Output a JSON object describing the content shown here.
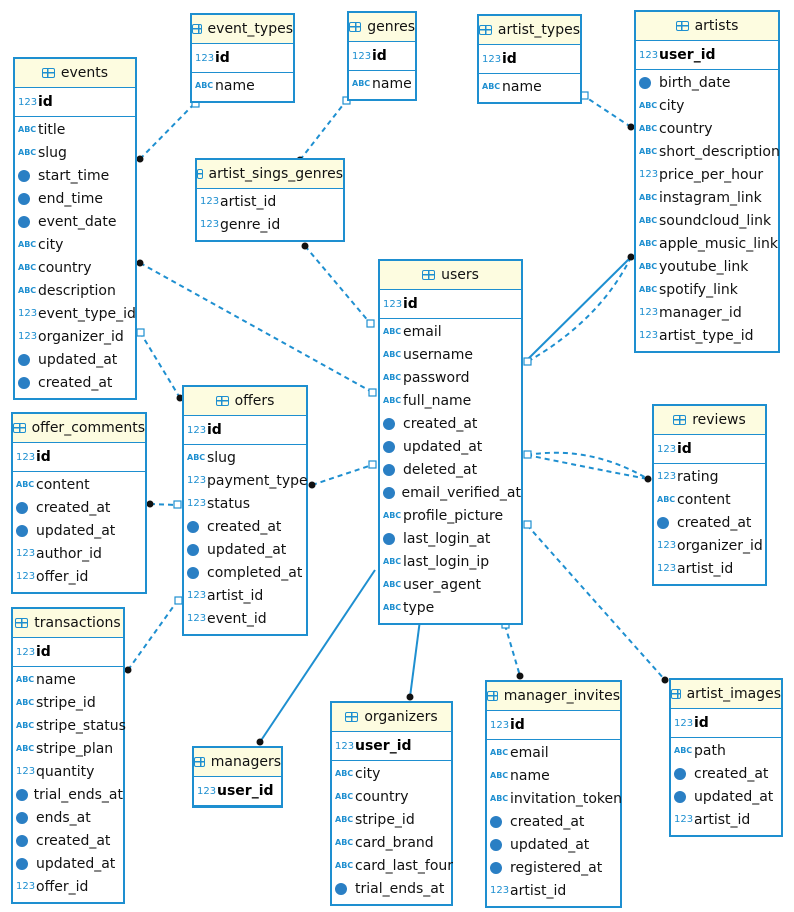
{
  "tables": [
    {
      "name": "event_types",
      "pk": "id",
      "columns": [
        [
          "abc",
          "name"
        ]
      ]
    },
    {
      "name": "genres",
      "pk": "id",
      "columns": [
        [
          "abc",
          "name"
        ]
      ]
    },
    {
      "name": "artist_types",
      "pk": "id",
      "columns": [
        [
          "abc",
          "name"
        ]
      ]
    },
    {
      "name": "artists",
      "pk": "user_id",
      "columns": [
        [
          "clock",
          "birth_date"
        ],
        [
          "abc",
          "city"
        ],
        [
          "abc",
          "country"
        ],
        [
          "abc",
          "short_description"
        ],
        [
          "num",
          "price_per_hour"
        ],
        [
          "abc",
          "instagram_link"
        ],
        [
          "abc",
          "soundcloud_link"
        ],
        [
          "abc",
          "apple_music_link"
        ],
        [
          "abc",
          "youtube_link"
        ],
        [
          "abc",
          "spotify_link"
        ],
        [
          "num",
          "manager_id"
        ],
        [
          "num",
          "artist_type_id"
        ]
      ]
    },
    {
      "name": "events",
      "pk": "id",
      "columns": [
        [
          "abc",
          "title"
        ],
        [
          "abc",
          "slug"
        ],
        [
          "clock",
          "start_time"
        ],
        [
          "clock",
          "end_time"
        ],
        [
          "clock",
          "event_date"
        ],
        [
          "abc",
          "city"
        ],
        [
          "abc",
          "country"
        ],
        [
          "abc",
          "description"
        ],
        [
          "num",
          "event_type_id"
        ],
        [
          "num",
          "organizer_id"
        ],
        [
          "clock",
          "updated_at"
        ],
        [
          "clock",
          "created_at"
        ]
      ]
    },
    {
      "name": "artist_sings_genres",
      "pk": null,
      "columns": [
        [
          "num",
          "artist_id"
        ],
        [
          "num",
          "genre_id"
        ]
      ]
    },
    {
      "name": "users",
      "pk": "id",
      "columns": [
        [
          "abc",
          "email"
        ],
        [
          "abc",
          "username"
        ],
        [
          "abc",
          "password"
        ],
        [
          "abc",
          "full_name"
        ],
        [
          "clock",
          "created_at"
        ],
        [
          "clock",
          "updated_at"
        ],
        [
          "clock",
          "deleted_at"
        ],
        [
          "clock",
          "email_verified_at"
        ],
        [
          "abc",
          "profile_picture"
        ],
        [
          "clock",
          "last_login_at"
        ],
        [
          "abc",
          "last_login_ip"
        ],
        [
          "abc",
          "user_agent"
        ],
        [
          "abc",
          "type"
        ]
      ]
    },
    {
      "name": "offers",
      "pk": "id",
      "columns": [
        [
          "abc",
          "slug"
        ],
        [
          "num",
          "payment_type"
        ],
        [
          "num",
          "status"
        ],
        [
          "clock",
          "created_at"
        ],
        [
          "clock",
          "updated_at"
        ],
        [
          "clock",
          "completed_at"
        ],
        [
          "num",
          "artist_id"
        ],
        [
          "num",
          "event_id"
        ]
      ]
    },
    {
      "name": "offer_comments",
      "pk": "id",
      "columns": [
        [
          "abc",
          "content"
        ],
        [
          "clock",
          "created_at"
        ],
        [
          "clock",
          "updated_at"
        ],
        [
          "num",
          "author_id"
        ],
        [
          "num",
          "offer_id"
        ]
      ]
    },
    {
      "name": "reviews",
      "pk": "id",
      "columns": [
        [
          "num",
          "rating"
        ],
        [
          "abc",
          "content"
        ],
        [
          "clock",
          "created_at"
        ],
        [
          "num",
          "organizer_id"
        ],
        [
          "num",
          "artist_id"
        ]
      ]
    },
    {
      "name": "transactions",
      "pk": "id",
      "columns": [
        [
          "abc",
          "name"
        ],
        [
          "abc",
          "stripe_id"
        ],
        [
          "abc",
          "stripe_status"
        ],
        [
          "abc",
          "stripe_plan"
        ],
        [
          "num",
          "quantity"
        ],
        [
          "clock",
          "trial_ends_at"
        ],
        [
          "clock",
          "ends_at"
        ],
        [
          "clock",
          "created_at"
        ],
        [
          "clock",
          "updated_at"
        ],
        [
          "num",
          "offer_id"
        ]
      ]
    },
    {
      "name": "managers",
      "pk": "user_id",
      "columns": []
    },
    {
      "name": "organizers",
      "pk": "user_id",
      "columns": [
        [
          "abc",
          "city"
        ],
        [
          "abc",
          "country"
        ],
        [
          "abc",
          "stripe_id"
        ],
        [
          "abc",
          "card_brand"
        ],
        [
          "abc",
          "card_last_four"
        ],
        [
          "clock",
          "trial_ends_at"
        ]
      ]
    },
    {
      "name": "manager_invites",
      "pk": "id",
      "columns": [
        [
          "abc",
          "email"
        ],
        [
          "abc",
          "name"
        ],
        [
          "abc",
          "invitation_token"
        ],
        [
          "clock",
          "created_at"
        ],
        [
          "clock",
          "updated_at"
        ],
        [
          "clock",
          "registered_at"
        ],
        [
          "num",
          "artist_id"
        ]
      ]
    },
    {
      "name": "artist_images",
      "pk": "id",
      "columns": [
        [
          "abc",
          "path"
        ],
        [
          "clock",
          "created_at"
        ],
        [
          "clock",
          "updated_at"
        ],
        [
          "num",
          "artist_id"
        ]
      ]
    }
  ],
  "icon_labels": {
    "abc": "ABC",
    "num": "123",
    "pk": "123"
  },
  "colors": {
    "border": "#1e8fd0",
    "header": "#fdfce0"
  }
}
